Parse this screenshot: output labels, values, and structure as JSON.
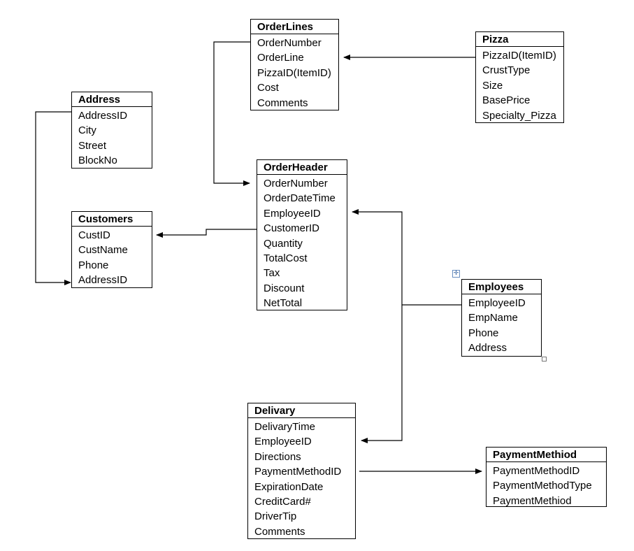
{
  "entities": {
    "orderlines": {
      "title": "OrderLines",
      "fields": [
        "OrderNumber",
        "OrderLine",
        "PizzaID(ItemID)",
        "Cost",
        "Comments"
      ]
    },
    "pizza": {
      "title": "Pizza",
      "fields": [
        "PizzaID(ItemID)",
        "CrustType",
        "Size",
        "BasePrice",
        "Specialty_Pizza"
      ]
    },
    "address": {
      "title": "Address",
      "fields": [
        "AddressID",
        "City",
        "Street",
        "BlockNo"
      ]
    },
    "orderheader": {
      "title": "OrderHeader",
      "fields": [
        "OrderNumber",
        "OrderDateTime",
        "EmployeeID",
        "CustomerID",
        "Quantity",
        "TotalCost",
        "Tax",
        "Discount",
        "NetTotal"
      ]
    },
    "customers": {
      "title": "Customers",
      "fields": [
        "CustID",
        "CustName",
        "Phone",
        "AddressID"
      ]
    },
    "employees": {
      "title": "Employees",
      "fields": [
        "EmployeeID",
        "EmpName",
        "Phone",
        "Address"
      ]
    },
    "delivary": {
      "title": "Delivary",
      "fields": [
        "DelivaryTime",
        "EmployeeID",
        "Directions",
        "PaymentMethodID",
        "ExpirationDate",
        "CreditCard#",
        "DriverTip",
        "Comments"
      ]
    },
    "paymentmethiod": {
      "title": "PaymentMethiod",
      "fields": [
        "PaymentMethodID",
        "PaymentMethodType",
        "PaymentMethiod"
      ]
    }
  },
  "relationships": [
    {
      "from": "Pizza.PizzaID(ItemID)",
      "to": "OrderLines.PizzaID(ItemID)"
    },
    {
      "from": "OrderLines.OrderNumber",
      "to": "OrderHeader.OrderNumber"
    },
    {
      "from": "Address.AddressID",
      "to": "Customers.AddressID"
    },
    {
      "from": "OrderHeader.CustomerID",
      "to": "Customers.CustID"
    },
    {
      "from": "Employees.EmployeeID",
      "to": "OrderHeader.EmployeeID"
    },
    {
      "from": "Employees.EmployeeID",
      "to": "Delivary.EmployeeID"
    },
    {
      "from": "Delivary.PaymentMethodID",
      "to": "PaymentMethiod.PaymentMethodID"
    }
  ],
  "icons": {
    "move_handle": "move-handle-icon",
    "resize_handle": "resize-handle-icon"
  },
  "colors": {
    "line": "#000000",
    "background": "#ffffff",
    "handle": "#2f5f9f"
  }
}
